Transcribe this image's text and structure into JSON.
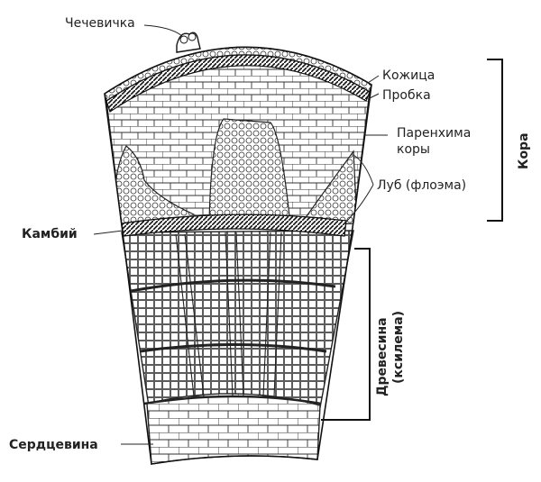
{
  "labels": {
    "lenticel": "Чечевичка",
    "epidermis": "Кожица",
    "cork": "Пробка",
    "cortex_parenchyma_line1": "Паренхима",
    "cortex_parenchyma_line2": "коры",
    "phloem": "Луб (флоэма)",
    "cambium": "Камбий",
    "pith": "Сердцевина",
    "bark": "Кора",
    "xylem_line1": "Древесина",
    "xylem_line2": "(ксилема)"
  },
  "colors": {
    "ink": "#222222",
    "background": "#ffffff"
  }
}
